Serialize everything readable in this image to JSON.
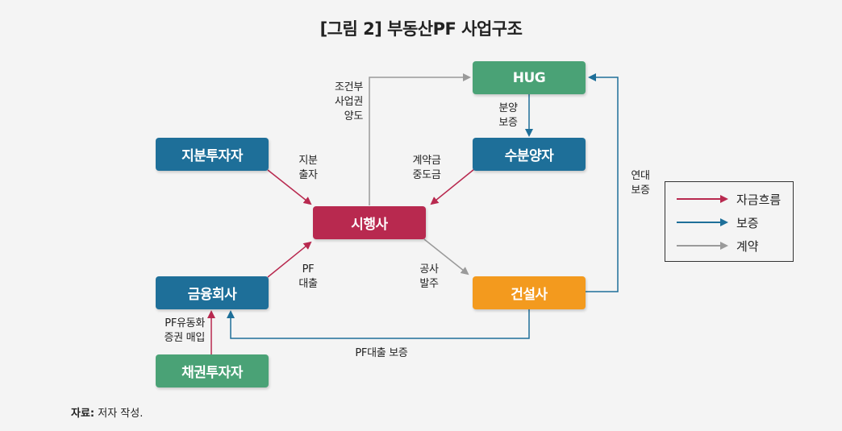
{
  "title": "[그림 2] 부동산PF 사업구조",
  "colors": {
    "fund_flow": "#b8294f",
    "guarantee": "#1e6f99",
    "contract": "#9a9a9a",
    "box_red": "#b8294f",
    "box_blue": "#1e6f99",
    "box_green": "#4aa276",
    "box_orange": "#f39a1e"
  },
  "nodes": {
    "hug": "HUG",
    "buyer": "수분양자",
    "equity_investor": "지분투자자",
    "developer": "시행사",
    "financial": "금융회사",
    "constructor": "건설사",
    "bond_investor": "채권투자자"
  },
  "edge_labels": {
    "conditional_transfer": [
      "조건부",
      "사업권",
      "양도"
    ],
    "presale_guarantee": [
      "분양",
      "보증"
    ],
    "equity_investment": [
      "지분",
      "출자"
    ],
    "deposit": [
      "계약금",
      "중도금"
    ],
    "joint_guarantee": [
      "연대",
      "보증"
    ],
    "pf_loan": [
      "PF",
      "대출"
    ],
    "construction_order": [
      "공사",
      "발주"
    ],
    "pf_securities": [
      "PF유동화",
      "증권 매입"
    ],
    "pf_loan_guarantee": "PF대출 보증"
  },
  "legend": {
    "fund_flow": "자금흐름",
    "guarantee": "보증",
    "contract": "계약"
  },
  "source": {
    "label": "자료:",
    "text": " 저자 작성."
  }
}
